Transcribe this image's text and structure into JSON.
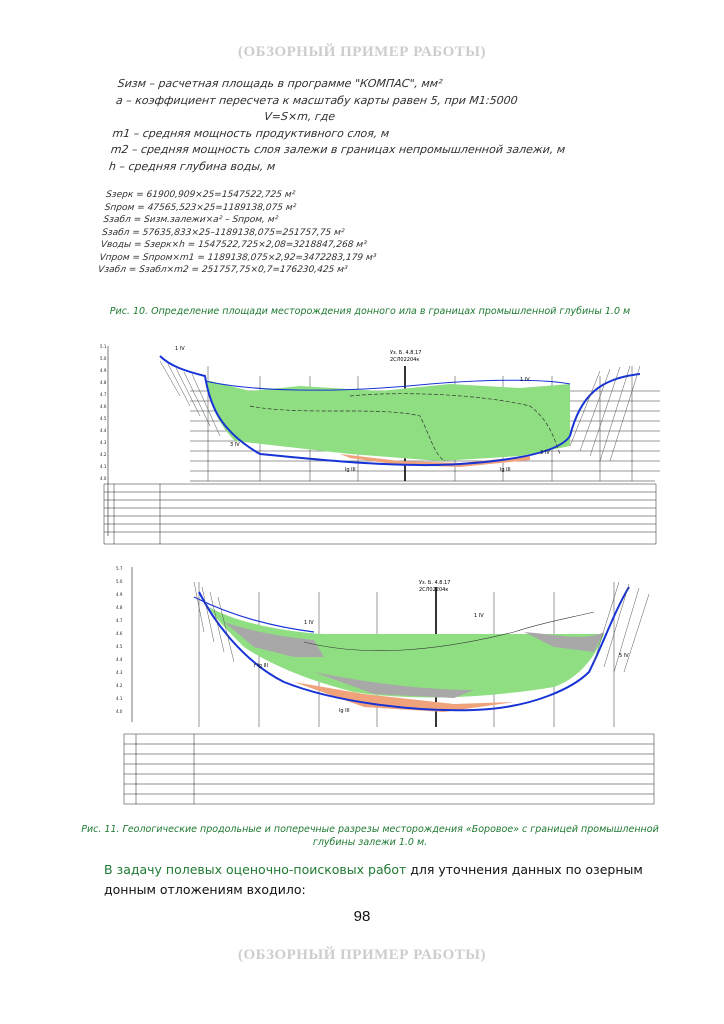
{
  "watermark": {
    "top": "(ОБЗОРНЫЙ ПРИМЕР РАБОТЫ)",
    "bottom": "(ОБЗОРНЫЙ ПРИМЕР РАБОТЫ)"
  },
  "formulas": {
    "def_lines": [
      "Sизм – расчетная площадь в программе \"КОМПАС\", мм²",
      "a – коэффициент пересчета к масштабу карты равен 5, при М1:5000",
      "V=S×m, где",
      "m1 – средняя мощность продуктивного слоя, м",
      "m2 – средняя мощность слоя залежи в границах непромышленной залежи, м",
      "h – средняя глубина воды, м"
    ],
    "calc_lines": [
      "Sзерк = 61900,909×25=1547522,725 м²",
      "Sпром = 47565,523×25=1189138,075 м²",
      "Sзабл = Sизм.залежи×a² – Sпром, м²",
      "Sзабл = 57635,833×25–1189138,075=251757,75 м²",
      "Vводы = Sзерк×h = 1547522,725×2,08=3218847,268 м³",
      "Vпром = Sпром×m1 = 1189138,075×2,92=3472283,179 м³",
      "Vзабл = Sзабл×m2 = 251757,75×0,7=176230,425 м³"
    ]
  },
  "figures": {
    "fig10": {
      "caption": "Рис. 10. Определение площади месторождения донного ила в границах промышленной глубины 1.0 м",
      "annotations": [
        "Уз. Б. 4.8.17",
        "2СЛ02204к",
        "1 IV",
        "1 IV",
        "3 IV",
        "3 IV",
        "lg III",
        "lg III"
      ],
      "y_ticks": [
        "5.1",
        "5.0",
        "4.9",
        "4.8",
        "4.7",
        "4.6",
        "4.5",
        "4.4",
        "4.3",
        "4.2",
        "4.1",
        "4.0"
      ]
    },
    "fig11": {
      "caption": "Рис. 11. Геологические продольные и поперечные разрезы месторождения «Боровое» с границей промышленной глубины залежи 1.0 м.",
      "annotations": [
        "Уз. Б. 4.8.17",
        "2СЛ02204к",
        "1 IV",
        "1 IV",
        "f lg III",
        "lg III",
        "5 IV"
      ],
      "y_ticks": [
        "5.7",
        "5.0",
        "4.9",
        "4.8",
        "4.7",
        "4.6",
        "4.5",
        "4.4",
        "4.3",
        "4.2",
        "4.1",
        "4.0"
      ]
    }
  },
  "body_text": {
    "highlight": "В задачу полевых оценочно-поисковых работ",
    "rest": " для уточнения данных по озерным донным отложениям входило:"
  },
  "page_number": "98",
  "colors": {
    "caption_green": "#1f7a32",
    "deposit_green": "#8fdf82",
    "profile_blue": "#1733d6",
    "peat_orange": "#f0a37b",
    "silt_gray": "#a8a8a8"
  }
}
